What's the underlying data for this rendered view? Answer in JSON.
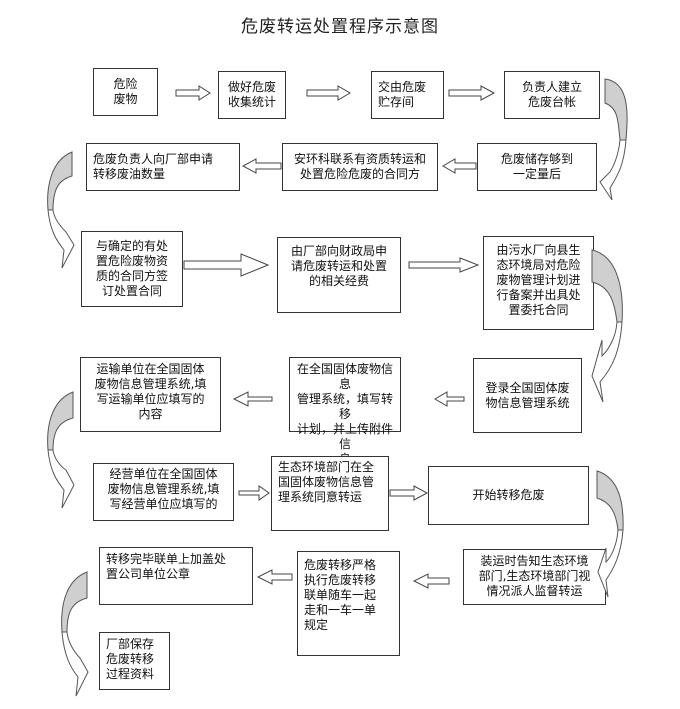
{
  "title": "危废转运处置程序示意图",
  "steps": [
    {
      "id": 1,
      "text": "危险\n废物"
    },
    {
      "id": 2,
      "text": "做好危废\n收集统计"
    },
    {
      "id": 3,
      "text": "交由危废\n贮存间"
    },
    {
      "id": 4,
      "text": "负责人建立\n危废台帐"
    },
    {
      "id": 5,
      "text": "危废储存够到\n一定量后"
    },
    {
      "id": 6,
      "text": "安环科联系有资质转运和\n处置危险危废的合同方"
    },
    {
      "id": 7,
      "text": "危废负责人向厂部申请\n转移废油数量"
    },
    {
      "id": 8,
      "text": "与确定的有处\n置危险废物资\n质的合同方签\n订处置合同"
    },
    {
      "id": 9,
      "text": "由厂部向财政局申\n请危废转运和处置\n的相关经费"
    },
    {
      "id": 10,
      "text": "由污水厂向县生\n态环境局对危险\n废物管理计划进\n行备案并出具处\n置委托合同"
    },
    {
      "id": 11,
      "text": "登录全国固体废\n物信息管理系统"
    },
    {
      "id": 12,
      "text": "在全国固体废物信息\n管理系统，填写转移\n计划，并上传附件信\n息"
    },
    {
      "id": 13,
      "text": "运输单位在全国固体\n废物信息管理系统,填\n写运输单位应填写的\n内容"
    },
    {
      "id": 14,
      "text": "经营单位在全国固体\n废物信息管理系统,填\n写经营单位应填写的"
    },
    {
      "id": 15,
      "text": "生态环境部门在全\n国固体废物信息管\n理系统同意转运"
    },
    {
      "id": 16,
      "text": "开始转移危废"
    },
    {
      "id": 17,
      "text": "装运时告知生态环境\n部门,生态环境部门视\n情况派人监督转运"
    },
    {
      "id": 18,
      "text": "危废转移严格\n执行危废转移\n联单随车一起\n走和一车一单\n规定"
    },
    {
      "id": 19,
      "text": "转移完毕联单上加盖处\n置公司单位公章"
    },
    {
      "id": 20,
      "text": "厂部保存\n危废转移\n过程资料"
    }
  ],
  "flow": {
    "direction": "serpentine",
    "connectors": [
      {
        "from": 1,
        "to": 2,
        "type": "block-arrow-right"
      },
      {
        "from": 2,
        "to": 3,
        "type": "block-arrow-right"
      },
      {
        "from": 3,
        "to": 4,
        "type": "block-arrow-right"
      },
      {
        "from": 4,
        "to": 5,
        "type": "curved-arrow-down-right-side"
      },
      {
        "from": 5,
        "to": 6,
        "type": "block-arrow-left"
      },
      {
        "from": 6,
        "to": 7,
        "type": "block-arrow-left"
      },
      {
        "from": 7,
        "to": 8,
        "type": "curved-arrow-down-left-side"
      },
      {
        "from": 8,
        "to": 9,
        "type": "block-arrow-right"
      },
      {
        "from": 9,
        "to": 10,
        "type": "block-arrow-right"
      },
      {
        "from": 10,
        "to": 11,
        "type": "curved-arrow-down-right-side"
      },
      {
        "from": 11,
        "to": 12,
        "type": "block-arrow-left"
      },
      {
        "from": 12,
        "to": 13,
        "type": "block-arrow-left"
      },
      {
        "from": 13,
        "to": 14,
        "type": "curved-arrow-down-left-side"
      },
      {
        "from": 14,
        "to": 15,
        "type": "block-arrow-right"
      },
      {
        "from": 15,
        "to": 16,
        "type": "block-arrow-right"
      },
      {
        "from": 16,
        "to": 17,
        "type": "curved-arrow-down-right-side"
      },
      {
        "from": 17,
        "to": 18,
        "type": "block-arrow-left"
      },
      {
        "from": 18,
        "to": 19,
        "type": "block-arrow-left"
      },
      {
        "from": 19,
        "to": 20,
        "type": "curved-arrow-down-left-side"
      }
    ]
  },
  "colors": {
    "box_border": "#333333",
    "curved_arrow_fill": "#cfcfcf",
    "background": "#ffffff"
  }
}
